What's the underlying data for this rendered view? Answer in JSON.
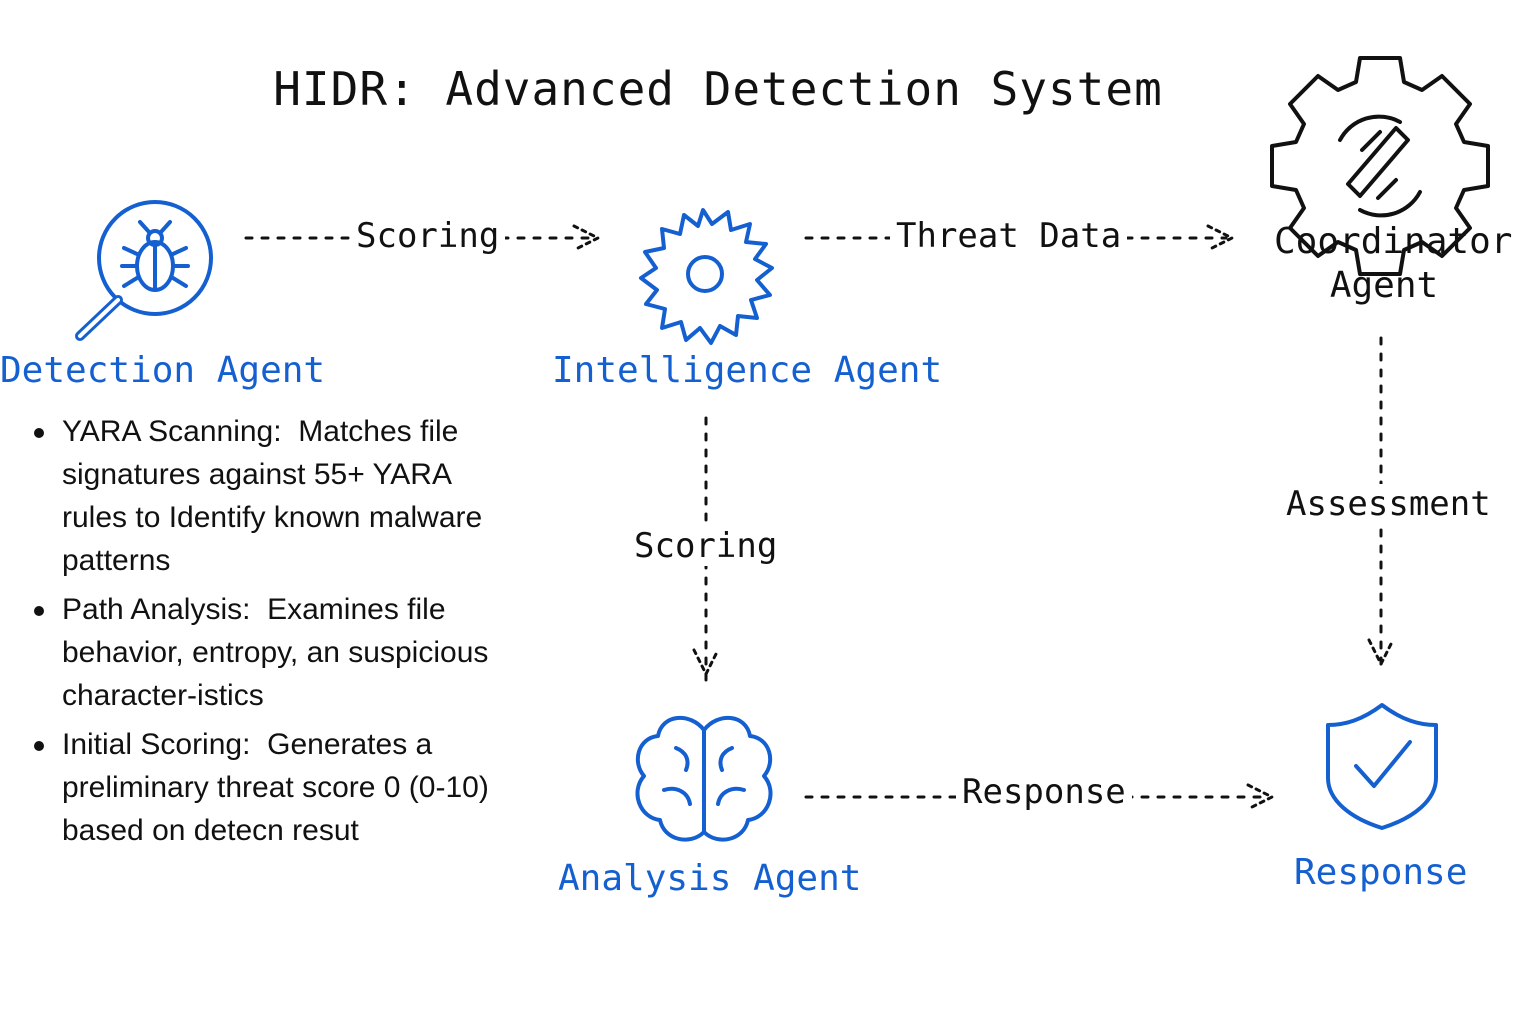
{
  "title": "HIDR: Advanced Detection System",
  "nodes": {
    "detection": "Detection Agent",
    "intelligence": "Intelligence Agent",
    "coordinator": "Coordinator Agent",
    "analysis": "Analysis Agent",
    "response": "Response"
  },
  "edges": {
    "detection_to_intelligence": "Scoring",
    "intelligence_to_coordinator": "Threat Data",
    "intelligence_to_analysis": "Scoring",
    "coordinator_to_response": "Assessment",
    "analysis_to_response": "Response"
  },
  "bullets": [
    {
      "term": "YARA Scanning:",
      "text": "Matches file signatures against 55+ YARA rules to Identify known malware patterns"
    },
    {
      "term": "Path Analysis:",
      "text": "Examines file behavior, entropy, an suspicious character-istics"
    },
    {
      "term": "Initial Scoring:",
      "text": "Generates a preliminary threat score 0 (0-10) based on detecn resut"
    }
  ],
  "colors": {
    "accent": "#1560d0",
    "ink": "#111111"
  },
  "icons": {
    "detection": "magnifier-bug-icon",
    "intelligence": "gear-icon",
    "coordinator": "gear-wrench-icon",
    "analysis": "brain-icon",
    "response": "shield-check-icon"
  }
}
